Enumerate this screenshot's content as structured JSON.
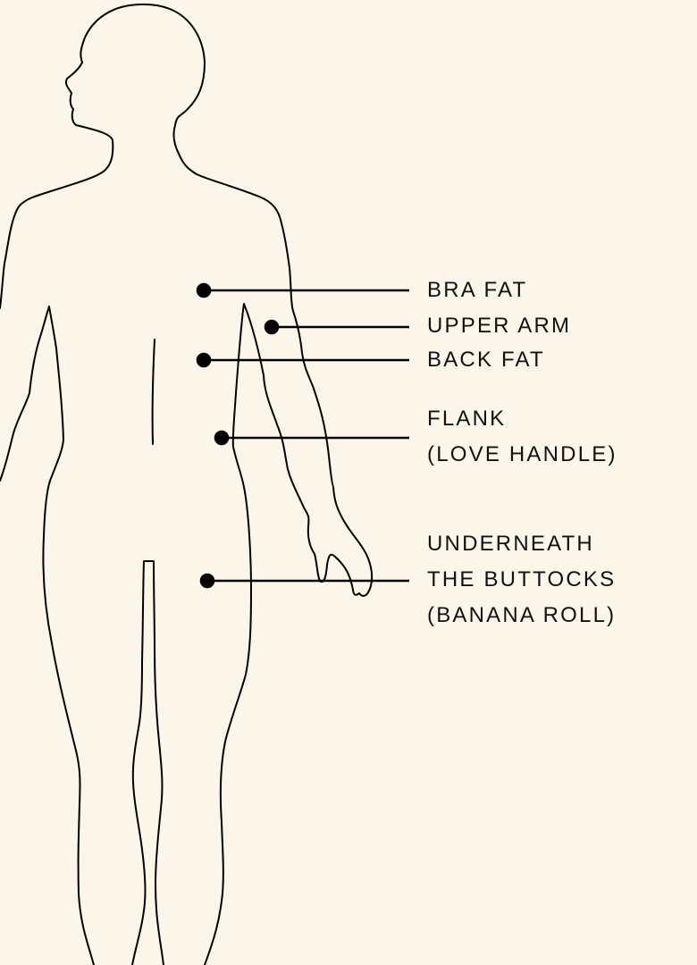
{
  "background_color": "#FBF5EA",
  "line_color": "#000000",
  "labels": [
    {
      "lines": [
        "BRA FAT"
      ]
    },
    {
      "lines": [
        "UPPER ARM"
      ]
    },
    {
      "lines": [
        "BACK FAT"
      ]
    },
    {
      "lines": [
        "FLANK",
        "(LOVE HANDLE)"
      ]
    },
    {
      "lines": [
        "UNDERNEATH",
        "THE BUTTOCKS",
        "(BANANA ROLL)"
      ]
    }
  ]
}
